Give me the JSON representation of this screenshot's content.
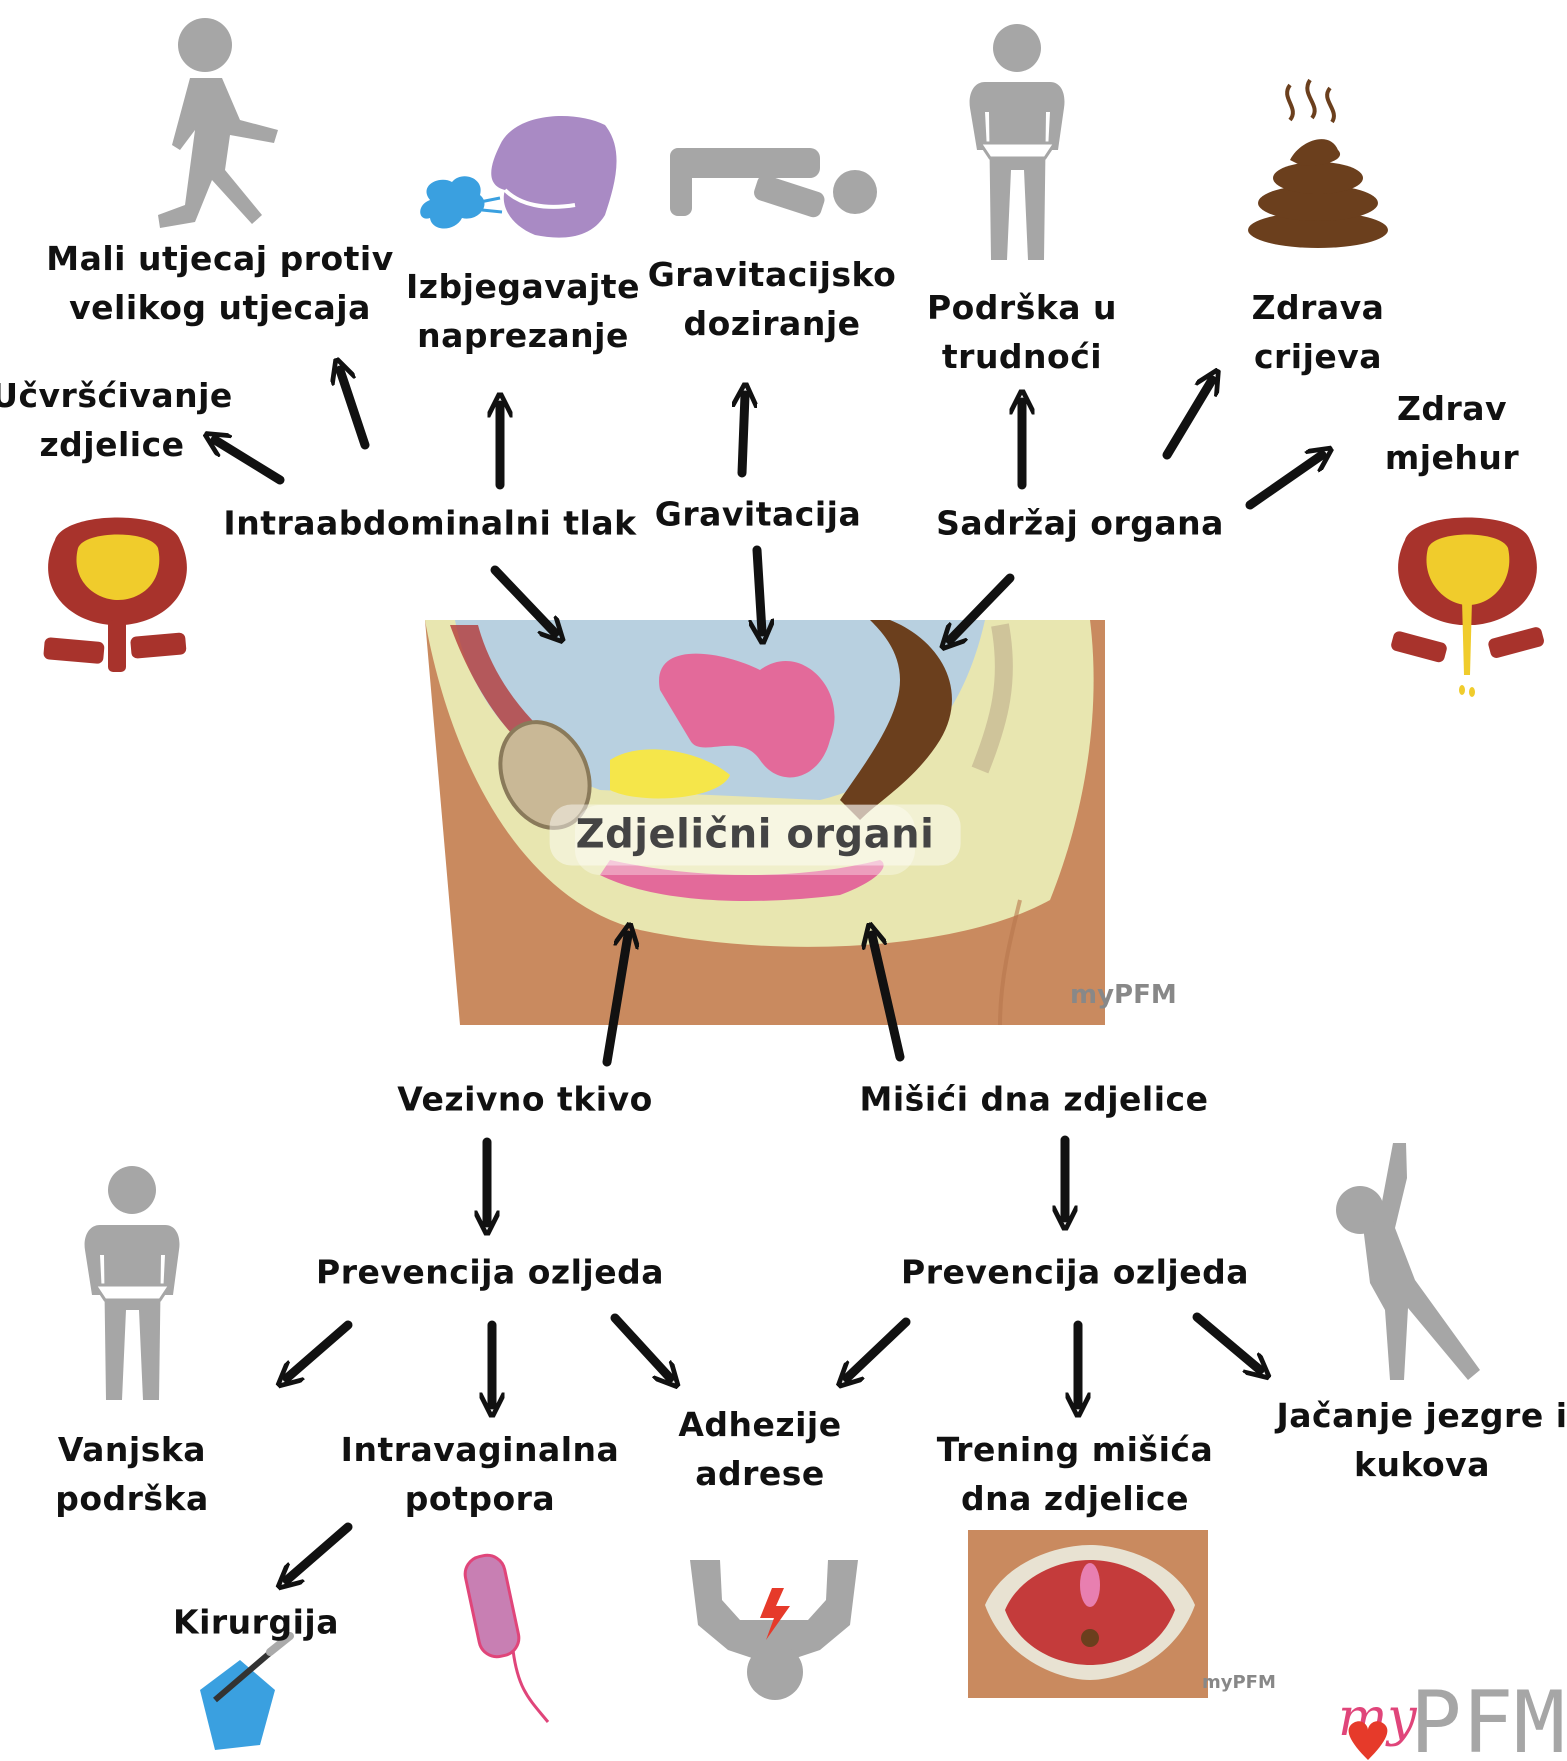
{
  "center": {
    "label": "Zdjelični organi"
  },
  "forces": {
    "intraabdominal": "Intraabdominalni tlak",
    "gravity": "Gravitacija",
    "organ_content": "Sadržaj organa"
  },
  "top_outcomes": {
    "pelvic_bracing": [
      "Učvršćivanje",
      "zdjelice"
    ],
    "low_vs_high_impact": [
      "Mali utjecaj protiv",
      "velikog utjecaja"
    ],
    "avoid_straining": [
      "Izbjegavajte",
      "naprezanje"
    ],
    "gravity_dosing": [
      "Gravitacijsko",
      "doziranje"
    ],
    "pregnancy_support": [
      "Podrška u",
      "trudnoći"
    ],
    "healthy_bowel": [
      "Zdrava",
      "crijeva"
    ],
    "healthy_bladder": [
      "Zdrav",
      "mjehur"
    ]
  },
  "supports": {
    "connective_tissue": "Vezivno tkivo",
    "pelvic_floor_muscles": "Mišići dna zdjelice"
  },
  "prevention": {
    "left": "Prevencija ozljeda",
    "right": "Prevencija ozljeda"
  },
  "bottom_outcomes": {
    "external_support": [
      "Vanjska",
      "podrška"
    ],
    "intravaginal_support": [
      "Intravaginalna",
      "potpora"
    ],
    "address_adhesions": [
      "Adhezije",
      "adrese"
    ],
    "pfm_training": [
      "Trening mišića",
      "dna zdjelice"
    ],
    "core_hip_strength": [
      "Jačanje jezgre i",
      "kukova"
    ],
    "surgery": "Kirurgija"
  },
  "brand": {
    "logo_text": "myPFM"
  },
  "icons": [
    "walking-person-icon",
    "blowing-face-icon",
    "plank-person-icon",
    "pregnancy-person-icon",
    "stool-icon",
    "bladder-icon",
    "leaking-bladder-icon",
    "pelvis-cross-section-image",
    "standing-person-icon",
    "tampon-icon",
    "scalpel-hand-icon",
    "pelvis-pain-icon",
    "pelvic-floor-muscles-image",
    "side-stretch-person-icon",
    "arrow-icon"
  ],
  "colors": {
    "text": "#111111",
    "figure_grey": "#a6a6a6",
    "bladder_red": "#a8332c",
    "bladder_yellow": "#f0cc2c",
    "stool_brown": "#6b3f1d",
    "lung_purple": "#a98ac4",
    "breath_blue": "#3aa0e0",
    "brand_pink": "#e0457a"
  }
}
